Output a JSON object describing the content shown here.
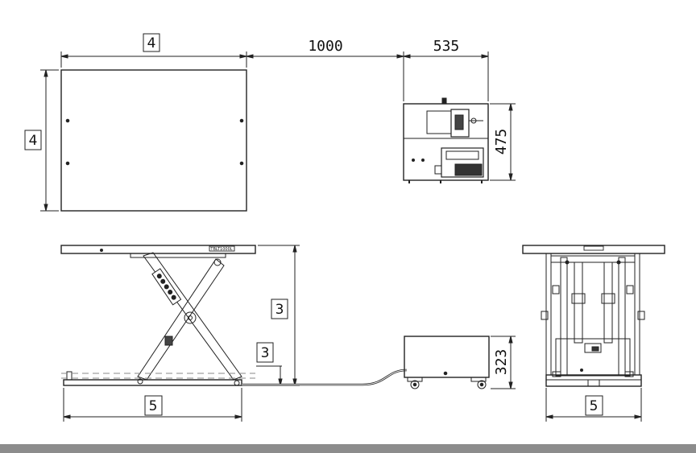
{
  "labels": {
    "top_width_box": "4",
    "top_depth_box": "4",
    "gap_dim": "1000",
    "unit_width_dim": "535",
    "unit_depth_dim": "475",
    "lift_height_box": "3",
    "lowered_height_box": "3",
    "base_length_box": "5",
    "end_width_box": "5",
    "unit_height_dim": "323",
    "table_plate_text": "TBLT1000L"
  },
  "colors": {
    "line": "#222222",
    "background": "#ffffff",
    "bottom_bar": "#8c8c8c"
  }
}
